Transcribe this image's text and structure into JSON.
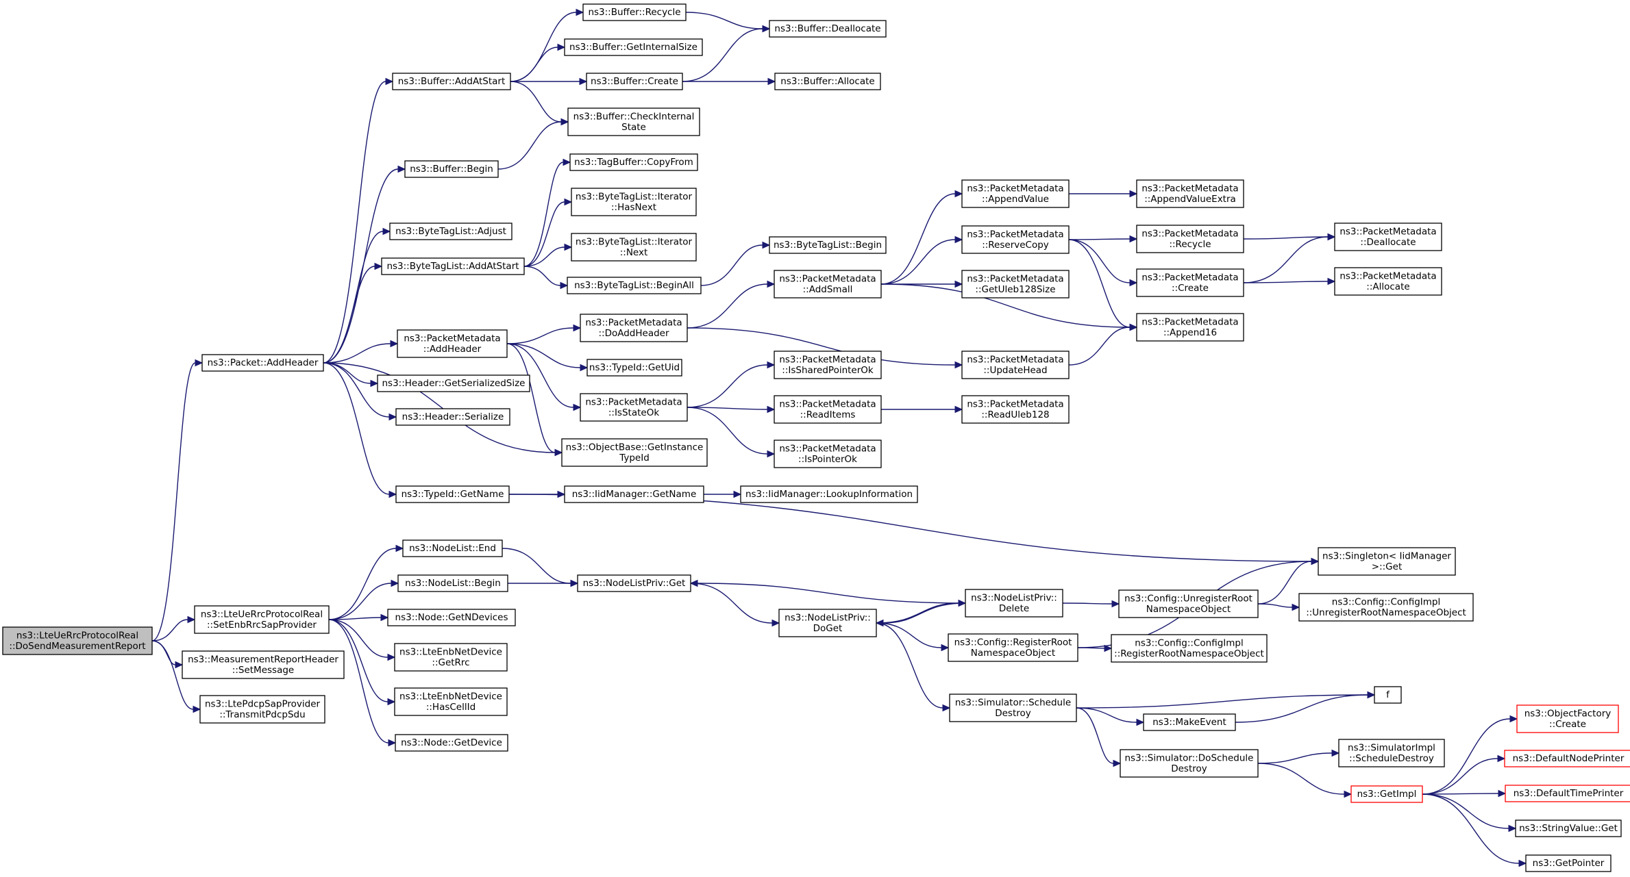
{
  "colors": {
    "edge": "#191970",
    "node_border": "#000000",
    "root_fill": "#bfbfbf",
    "truncated_border": "#ff0000"
  },
  "nodes": [
    {
      "id": "root",
      "lines": [
        "ns3::LteUeRrcProtocolReal",
        "::DoSendMeasurementReport"
      ],
      "kind": "root"
    },
    {
      "id": "addheader",
      "lines": [
        "ns3::Packet::AddHeader"
      ]
    },
    {
      "id": "setenb",
      "lines": [
        "ns3::LteUeRrcProtocolReal",
        "::SetEnbRrcSapProvider"
      ]
    },
    {
      "id": "measrep",
      "lines": [
        "ns3::MeasurementReportHeader",
        "::SetMessage"
      ]
    },
    {
      "id": "pdcp",
      "lines": [
        "ns3::LtePdcpSapProvider",
        "::TransmitPdcpSdu"
      ]
    },
    {
      "id": "bufaddatstart",
      "lines": [
        "ns3::Buffer::AddAtStart"
      ]
    },
    {
      "id": "bufbegin",
      "lines": [
        "ns3::Buffer::Begin"
      ]
    },
    {
      "id": "btladjust",
      "lines": [
        "ns3::ByteTagList::Adjust"
      ]
    },
    {
      "id": "btladdatstart",
      "lines": [
        "ns3::ByteTagList::AddAtStart"
      ]
    },
    {
      "id": "pmaddheader",
      "lines": [
        "ns3::PacketMetadata",
        "::AddHeader"
      ]
    },
    {
      "id": "hdrsize",
      "lines": [
        "ns3::Header::GetSerializedSize"
      ]
    },
    {
      "id": "hdrser",
      "lines": [
        "ns3::Header::Serialize"
      ]
    },
    {
      "id": "typeidname",
      "lines": [
        "ns3::TypeId::GetName"
      ]
    },
    {
      "id": "bufrecycle",
      "lines": [
        "ns3::Buffer::Recycle"
      ]
    },
    {
      "id": "bufinternal",
      "lines": [
        "ns3::Buffer::GetInternalSize"
      ]
    },
    {
      "id": "bufcreate",
      "lines": [
        "ns3::Buffer::Create"
      ]
    },
    {
      "id": "bufcheck",
      "lines": [
        "ns3::Buffer::CheckInternal",
        "State"
      ]
    },
    {
      "id": "bufdealloc",
      "lines": [
        "ns3::Buffer::Deallocate"
      ]
    },
    {
      "id": "bufalloc",
      "lines": [
        "ns3::Buffer::Allocate"
      ]
    },
    {
      "id": "tagcopy",
      "lines": [
        "ns3::TagBuffer::CopyFrom"
      ]
    },
    {
      "id": "ithasnext",
      "lines": [
        "ns3::ByteTagList::Iterator",
        "::HasNext"
      ]
    },
    {
      "id": "itnext",
      "lines": [
        "ns3::ByteTagList::Iterator",
        "::Next"
      ]
    },
    {
      "id": "btlbeginall",
      "lines": [
        "ns3::ByteTagList::BeginAll"
      ]
    },
    {
      "id": "btlbegin",
      "lines": [
        "ns3::ByteTagList::Begin"
      ]
    },
    {
      "id": "pmdoadd",
      "lines": [
        "ns3::PacketMetadata",
        "::DoAddHeader"
      ]
    },
    {
      "id": "typeiduid",
      "lines": [
        "ns3::TypeId::GetUid"
      ]
    },
    {
      "id": "pmisstate",
      "lines": [
        "ns3::PacketMetadata",
        "::IsStateOk"
      ]
    },
    {
      "id": "objinst",
      "lines": [
        "ns3::ObjectBase::GetInstance",
        "TypeId"
      ]
    },
    {
      "id": "iidgetname",
      "lines": [
        "ns3::IidManager::GetName"
      ]
    },
    {
      "id": "iidlookup",
      "lines": [
        "ns3::IidManager::LookupInformation"
      ]
    },
    {
      "id": "pmaddsmall",
      "lines": [
        "ns3::PacketMetadata",
        "::AddSmall"
      ]
    },
    {
      "id": "pmisshared",
      "lines": [
        "ns3::PacketMetadata",
        "::IsSharedPointerOk"
      ]
    },
    {
      "id": "pmreaditems",
      "lines": [
        "ns3::PacketMetadata",
        "::ReadItems"
      ]
    },
    {
      "id": "pmisptr",
      "lines": [
        "ns3::PacketMetadata",
        "::IsPointerOk"
      ]
    },
    {
      "id": "pmappendvalue",
      "lines": [
        "ns3::PacketMetadata",
        "::AppendValue"
      ]
    },
    {
      "id": "pmreservecopy",
      "lines": [
        "ns3::PacketMetadata",
        "::ReserveCopy"
      ]
    },
    {
      "id": "pmuleb",
      "lines": [
        "ns3::PacketMetadata",
        "::GetUleb128Size"
      ]
    },
    {
      "id": "pmupdatehead",
      "lines": [
        "ns3::PacketMetadata",
        "::UpdateHead"
      ]
    },
    {
      "id": "pmreaduleb",
      "lines": [
        "ns3::PacketMetadata",
        "::ReadUleb128"
      ]
    },
    {
      "id": "pmappendextra",
      "lines": [
        "ns3::PacketMetadata",
        "::AppendValueExtra"
      ]
    },
    {
      "id": "pmrecycle",
      "lines": [
        "ns3::PacketMetadata",
        "::Recycle"
      ]
    },
    {
      "id": "pmcreate",
      "lines": [
        "ns3::PacketMetadata",
        "::Create"
      ]
    },
    {
      "id": "pmappend16",
      "lines": [
        "ns3::PacketMetadata",
        "::Append16"
      ]
    },
    {
      "id": "pmdealloc",
      "lines": [
        "ns3::PacketMetadata",
        "::Deallocate"
      ]
    },
    {
      "id": "pmalloc",
      "lines": [
        "ns3::PacketMetadata",
        "::Allocate"
      ]
    },
    {
      "id": "nlend",
      "lines": [
        "ns3::NodeList::End"
      ]
    },
    {
      "id": "nlbegin",
      "lines": [
        "ns3::NodeList::Begin"
      ]
    },
    {
      "id": "nodengetn",
      "lines": [
        "ns3::Node::GetNDevices"
      ]
    },
    {
      "id": "enbrrc",
      "lines": [
        "ns3::LteEnbNetDevice",
        "::GetRrc"
      ]
    },
    {
      "id": "enbcell",
      "lines": [
        "ns3::LteEnbNetDevice",
        "::HasCellId"
      ]
    },
    {
      "id": "nodegetdev",
      "lines": [
        "ns3::Node::GetDevice"
      ]
    },
    {
      "id": "nlpget",
      "lines": [
        "ns3::NodeListPriv::Get"
      ]
    },
    {
      "id": "nlpdoget",
      "lines": [
        "ns3::NodeListPriv::",
        "DoGet"
      ]
    },
    {
      "id": "nlpdelete",
      "lines": [
        "ns3::NodeListPriv::",
        "Delete"
      ]
    },
    {
      "id": "cfgreg",
      "lines": [
        "ns3::Config::RegisterRoot",
        "NamespaceObject"
      ]
    },
    {
      "id": "simsched",
      "lines": [
        "ns3::Simulator::Schedule",
        "Destroy"
      ]
    },
    {
      "id": "cfgunreg",
      "lines": [
        "ns3::Config::UnregisterRoot",
        "NamespaceObject"
      ]
    },
    {
      "id": "cfgimplreg",
      "lines": [
        "ns3::Config::ConfigImpl",
        "::RegisterRootNamespaceObject"
      ]
    },
    {
      "id": "singleton",
      "lines": [
        "ns3::Singleton< IidManager",
        " >::Get"
      ]
    },
    {
      "id": "cfgimplunreg",
      "lines": [
        "ns3::Config::ConfigImpl",
        "::UnregisterRootNamespaceObject"
      ]
    },
    {
      "id": "makeevent",
      "lines": [
        "ns3::MakeEvent"
      ]
    },
    {
      "id": "f",
      "lines": [
        "f"
      ]
    },
    {
      "id": "simdosched",
      "lines": [
        "ns3::Simulator::DoSchedule",
        "Destroy"
      ]
    },
    {
      "id": "simimplsched",
      "lines": [
        "ns3::SimulatorImpl",
        "::ScheduleDestroy"
      ]
    },
    {
      "id": "getimpl",
      "lines": [
        "ns3::GetImpl"
      ],
      "kind": "trunc"
    },
    {
      "id": "objfactory",
      "lines": [
        "ns3::ObjectFactory",
        "::Create"
      ],
      "kind": "trunc"
    },
    {
      "id": "defnode",
      "lines": [
        "ns3::DefaultNodePrinter"
      ],
      "kind": "trunc"
    },
    {
      "id": "deftime",
      "lines": [
        "ns3::DefaultTimePrinter"
      ],
      "kind": "trunc"
    },
    {
      "id": "strval",
      "lines": [
        "ns3::StringValue::Get"
      ]
    },
    {
      "id": "getptr",
      "lines": [
        "ns3::GetPointer"
      ]
    }
  ],
  "edges": [
    [
      "root",
      "addheader"
    ],
    [
      "root",
      "setenb"
    ],
    [
      "root",
      "measrep"
    ],
    [
      "root",
      "pdcp"
    ],
    [
      "addheader",
      "bufaddatstart"
    ],
    [
      "addheader",
      "bufbegin"
    ],
    [
      "addheader",
      "btladjust"
    ],
    [
      "addheader",
      "btladdatstart"
    ],
    [
      "addheader",
      "pmaddheader"
    ],
    [
      "addheader",
      "hdrsize"
    ],
    [
      "addheader",
      "hdrser"
    ],
    [
      "addheader",
      "objinst"
    ],
    [
      "addheader",
      "typeidname"
    ],
    [
      "bufaddatstart",
      "bufrecycle"
    ],
    [
      "bufaddatstart",
      "bufinternal"
    ],
    [
      "bufaddatstart",
      "bufcreate"
    ],
    [
      "bufaddatstart",
      "bufcheck"
    ],
    [
      "bufrecycle",
      "bufdealloc"
    ],
    [
      "bufcreate",
      "bufdealloc"
    ],
    [
      "bufcreate",
      "bufalloc"
    ],
    [
      "bufbegin",
      "bufcheck"
    ],
    [
      "btladdatstart",
      "tagcopy"
    ],
    [
      "btladdatstart",
      "ithasnext"
    ],
    [
      "btladdatstart",
      "itnext"
    ],
    [
      "btladdatstart",
      "btlbeginall"
    ],
    [
      "btlbeginall",
      "btlbegin"
    ],
    [
      "pmaddheader",
      "pmdoadd"
    ],
    [
      "pmaddheader",
      "typeiduid"
    ],
    [
      "pmaddheader",
      "pmisstate"
    ],
    [
      "pmaddheader",
      "objinst"
    ],
    [
      "pmdoadd",
      "pmaddsmall"
    ],
    [
      "pmdoadd",
      "pmupdatehead"
    ],
    [
      "pmaddsmall",
      "pmappendvalue"
    ],
    [
      "pmaddsmall",
      "pmreservecopy"
    ],
    [
      "pmaddsmall",
      "pmuleb"
    ],
    [
      "pmaddsmall",
      "pmappend16"
    ],
    [
      "pmappendvalue",
      "pmappendextra"
    ],
    [
      "pmreservecopy",
      "pmrecycle"
    ],
    [
      "pmreservecopy",
      "pmcreate"
    ],
    [
      "pmreservecopy",
      "pmappend16"
    ],
    [
      "pmrecycle",
      "pmdealloc"
    ],
    [
      "pmcreate",
      "pmdealloc"
    ],
    [
      "pmcreate",
      "pmalloc"
    ],
    [
      "pmupdatehead",
      "pmappend16"
    ],
    [
      "pmisstate",
      "pmisshared"
    ],
    [
      "pmisstate",
      "pmreaditems"
    ],
    [
      "pmisstate",
      "pmisptr"
    ],
    [
      "pmreaditems",
      "pmreaduleb"
    ],
    [
      "typeidname",
      "iidgetname"
    ],
    [
      "typeidname",
      "singleton"
    ],
    [
      "iidgetname",
      "iidlookup"
    ],
    [
      "setenb",
      "nlend"
    ],
    [
      "setenb",
      "nlbegin"
    ],
    [
      "setenb",
      "nodengetn"
    ],
    [
      "setenb",
      "enbrrc"
    ],
    [
      "setenb",
      "enbcell"
    ],
    [
      "setenb",
      "nodegetdev"
    ],
    [
      "nlend",
      "nlpget"
    ],
    [
      "nlbegin",
      "nlpget"
    ],
    [
      "nlpget",
      "nlpdoget"
    ],
    [
      "nlpdoget",
      "nlpdelete"
    ],
    [
      "nlpdoget",
      "cfgreg"
    ],
    [
      "nlpdoget",
      "simsched"
    ],
    [
      "nlpdelete",
      "nlpget"
    ],
    [
      "nlpdelete",
      "nlpdoget"
    ],
    [
      "nlpdelete",
      "cfgunreg"
    ],
    [
      "cfgreg",
      "singleton"
    ],
    [
      "cfgreg",
      "cfgimplreg"
    ],
    [
      "cfgunreg",
      "singleton"
    ],
    [
      "cfgunreg",
      "cfgimplunreg"
    ],
    [
      "simsched",
      "f"
    ],
    [
      "simsched",
      "makeevent"
    ],
    [
      "simsched",
      "simdosched"
    ],
    [
      "makeevent",
      "f"
    ],
    [
      "simdosched",
      "simimplsched"
    ],
    [
      "simdosched",
      "getimpl"
    ],
    [
      "getimpl",
      "objfactory"
    ],
    [
      "getimpl",
      "defnode"
    ],
    [
      "getimpl",
      "deftime"
    ],
    [
      "getimpl",
      "strval"
    ],
    [
      "getimpl",
      "getptr"
    ]
  ]
}
